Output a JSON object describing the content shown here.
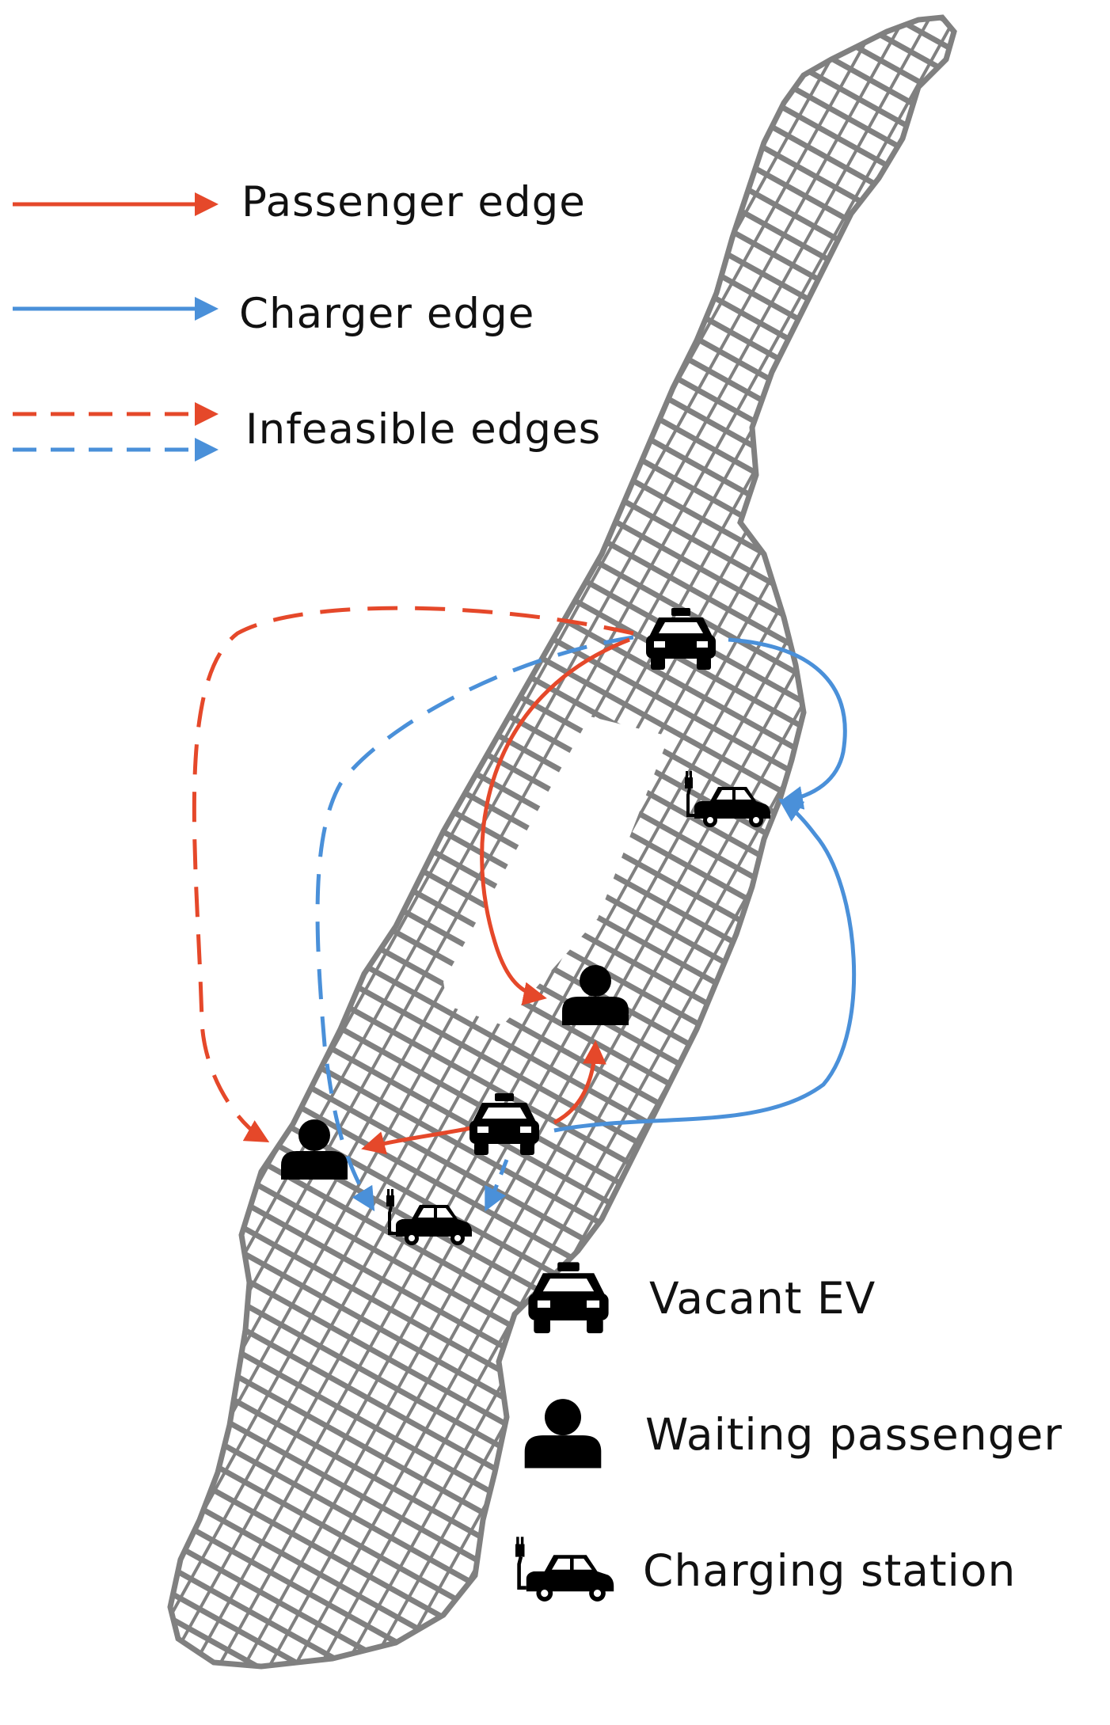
{
  "legend": {
    "passenger_edge": "Passenger edge",
    "charger_edge": "Charger edge",
    "infeasible_edges": "Infeasible edges",
    "vacant_ev": "Vacant EV",
    "waiting_passenger": "Waiting passenger",
    "charging_station": "Charging station"
  },
  "colors": {
    "passenger": "#e5482a",
    "charger": "#4a90d9",
    "road": "#808080",
    "icon": "#000000"
  },
  "icons": [
    "taxi-icon",
    "person-icon",
    "ev-charger-icon"
  ]
}
